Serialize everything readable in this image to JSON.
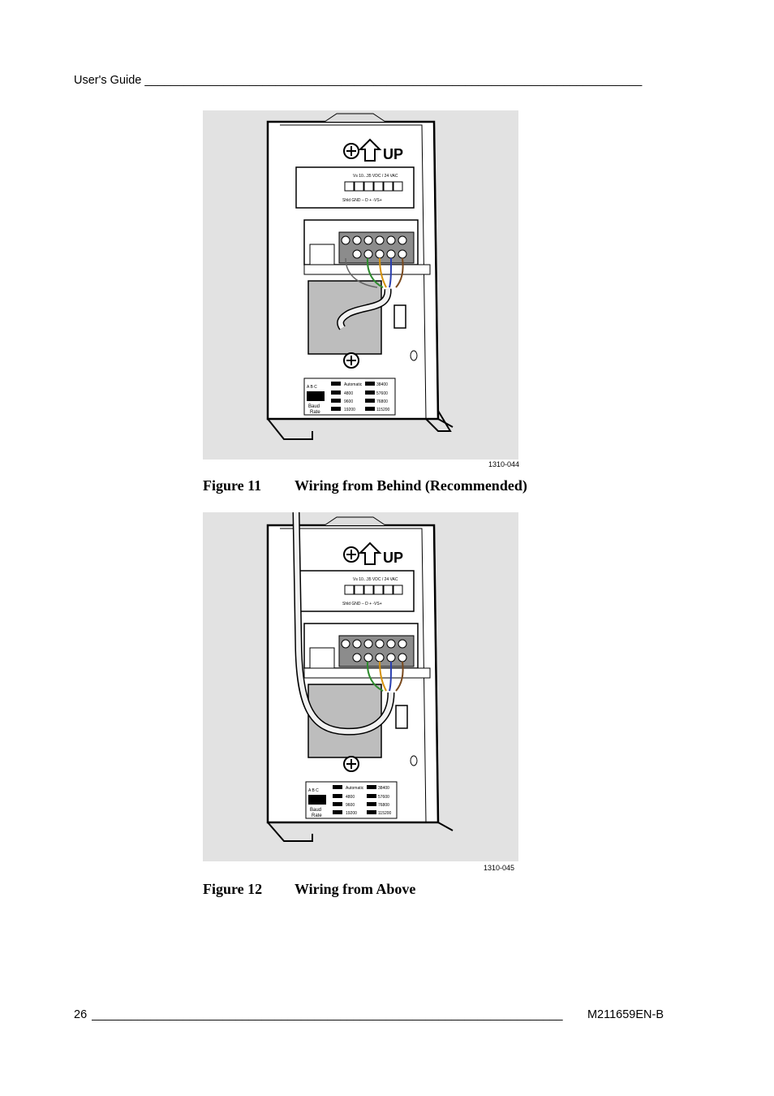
{
  "header": {
    "text": "User's Guide ____________________________________________________________________________"
  },
  "figures": [
    {
      "id": "1310-044",
      "number": "Figure 11",
      "title": "Wiring from Behind (Recommended)",
      "device": {
        "up_label": "UP",
        "power_terminal_label": "Vs 10...35 VDC / 24 VAC",
        "terminal_labels": [
          "Shld",
          "GND",
          "-",
          "D",
          "+",
          "-VS+"
        ],
        "baud_header": [
          "A",
          "B",
          "C"
        ],
        "baud_label": [
          "Baud",
          "Rate"
        ],
        "baud_options": [
          "Automatic",
          "4800",
          "9600",
          "19200",
          "38400",
          "57600",
          "76800",
          "115200"
        ]
      }
    },
    {
      "id": "1310-045",
      "number": "Figure 12",
      "title": "Wiring from Above",
      "device": {
        "up_label": "UP",
        "power_terminal_label": "Vs 10...35 VDC / 24 VAC",
        "terminal_labels": [
          "Shld",
          "GND",
          "-",
          "D",
          "+",
          "-VS+"
        ],
        "baud_header": [
          "A",
          "B",
          "C"
        ],
        "baud_label": [
          "Baud",
          "Rate"
        ],
        "baud_options": [
          "Automatic",
          "4800",
          "9600",
          "19200",
          "38400",
          "57600",
          "76800",
          "115200"
        ]
      }
    }
  ],
  "footer": {
    "page_number": "26",
    "rule": "________________________________________________________________________",
    "doc_code": "M211659EN-B"
  },
  "colors": {
    "figure_background": "#e2e2e2",
    "wire_green": "#2e8b2e",
    "wire_orange": "#d4900a",
    "wire_blue": "#2a3fb0",
    "wire_brown": "#7a4a1e",
    "terminal_block": "#8c8c8c"
  }
}
